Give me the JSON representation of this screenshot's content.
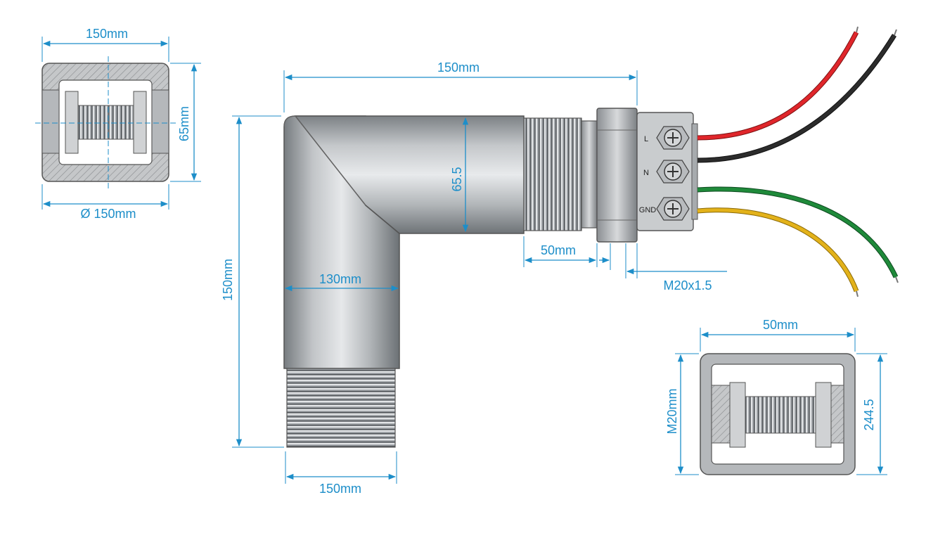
{
  "dimensions": {
    "top_view_width": "150mm",
    "top_view_height": "65mm",
    "top_view_diameter": "Ø 150mm",
    "elbow_overall_width": "150mm",
    "elbow_overall_height": "150mm",
    "horizontal_pipe_dia": "65.5",
    "inner_width": "130mm",
    "thread_length": "50mm",
    "thread_spec": "M20x1.5",
    "bottom_thread_width": "150mm",
    "side_view_width": "50mm",
    "side_view_left": "M20mm",
    "side_view_right": "244.5"
  },
  "terminals": {
    "live": "L",
    "neutral": "N",
    "ground": "GND"
  },
  "colors": {
    "dimension": "#1d8ec9",
    "wire_live": "#e0262b",
    "wire_neutral": "#2c2c2c",
    "wire_ground_green": "#1f8a3a",
    "wire_ground_yellow": "#e3b21a",
    "metal": "#a9adb1"
  }
}
